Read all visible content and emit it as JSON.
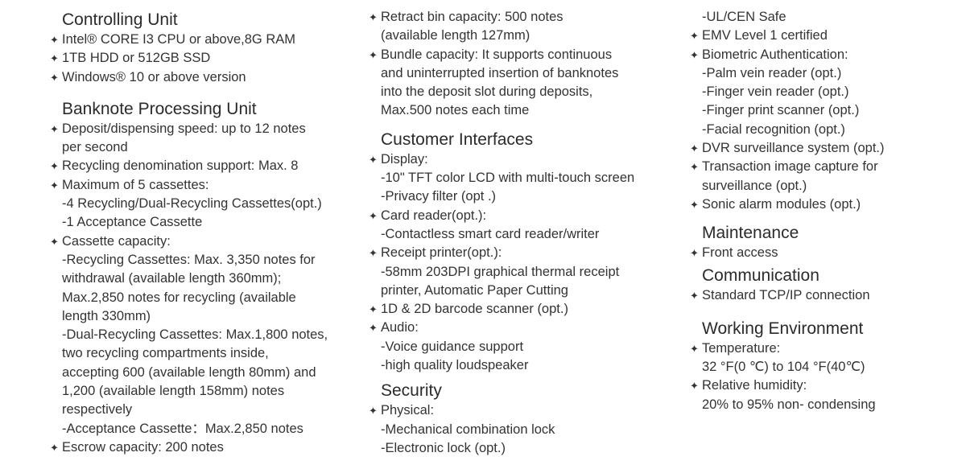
{
  "columns": [
    [
      {
        "t": "h",
        "text": "Controlling Unit"
      },
      {
        "t": "b",
        "text": "Intel® CORE  I3  CPU or above,8G RAM"
      },
      {
        "t": "b",
        "text": "1TB HDD or 512GB SSD"
      },
      {
        "t": "b",
        "text": "Windows® 10 or above version"
      },
      {
        "t": "h",
        "text": "Banknote Processing Unit"
      },
      {
        "t": "b",
        "text": "Deposit/dispensing speed: up to 12 notes"
      },
      {
        "t": "c",
        "text": "per second"
      },
      {
        "t": "b",
        "text": "Recycling denomination support: Max. 8"
      },
      {
        "t": "b",
        "text": "Maximum of 5 cassettes:"
      },
      {
        "t": "c",
        "text": "-4 Recycling/Dual-Recycling Cassettes(opt.)"
      },
      {
        "t": "c",
        "text": "-1 Acceptance Cassette"
      },
      {
        "t": "b",
        "text": "Cassette capacity:"
      },
      {
        "t": "c",
        "text": "-Recycling Cassettes: Max. 3,350 notes for"
      },
      {
        "t": "c",
        "text": "withdrawal (available length 360mm);"
      },
      {
        "t": "c",
        "text": "Max.2,850 notes for recycling (available"
      },
      {
        "t": "c",
        "text": "length 330mm)"
      },
      {
        "t": "c",
        "text": "-Dual-Recycling Cassettes: Max.1,800 notes,"
      },
      {
        "t": "c",
        "text": "two recycling compartments inside,"
      },
      {
        "t": "c",
        "text": "accepting 600 (available length 80mm) and"
      },
      {
        "t": "c",
        "text": "1,200 (available length 158mm) notes"
      },
      {
        "t": "c",
        "text": "respectively"
      },
      {
        "t": "c",
        "text": "-Acceptance Cassette：Max.2,850 notes"
      },
      {
        "t": "b",
        "text": "Escrow capacity: 200 notes"
      }
    ],
    [
      {
        "t": "b",
        "text": "Retract bin capacity: 500 notes"
      },
      {
        "t": "c",
        "text": "(available length 127mm)"
      },
      {
        "t": "b",
        "text": "Bundle capacity: It supports continuous"
      },
      {
        "t": "c",
        "text": "and uninterrupted insertion of banknotes"
      },
      {
        "t": "c",
        "text": "into the deposit slot during deposits,"
      },
      {
        "t": "c",
        "text": "Max.500 notes each time"
      },
      {
        "t": "h",
        "text": "Customer Interfaces"
      },
      {
        "t": "b",
        "text": "Display:"
      },
      {
        "t": "c",
        "text": "-10\" TFT color LCD with multi-touch screen"
      },
      {
        "t": "c",
        "text": "-Privacy filter (opt .)"
      },
      {
        "t": "b",
        "text": "Card reader(opt.):"
      },
      {
        "t": "c",
        "text": "-Contactless smart card reader/writer"
      },
      {
        "t": "b",
        "text": "Receipt printer(opt.):"
      },
      {
        "t": "c",
        "text": "-58mm 203DPI graphical thermal receipt"
      },
      {
        "t": "c",
        "text": "printer, Automatic Paper Cutting"
      },
      {
        "t": "b",
        "text": "1D & 2D barcode scanner (opt.)"
      },
      {
        "t": "b",
        "text": "Audio:"
      },
      {
        "t": "c",
        "text": "-Voice guidance support"
      },
      {
        "t": "c",
        "text": "-high quality loudspeaker"
      },
      {
        "t": "h",
        "text": "Security"
      },
      {
        "t": "b",
        "text": "Physical:"
      },
      {
        "t": "c",
        "text": "-Mechanical combination lock"
      },
      {
        "t": "c",
        "text": "-Electronic lock (opt.)"
      }
    ],
    [
      {
        "t": "c",
        "text": "-UL/CEN Safe"
      },
      {
        "t": "b",
        "text": "EMV Level 1 certified"
      },
      {
        "t": "b",
        "text": "Biometric Authentication:"
      },
      {
        "t": "c",
        "text": "-Palm vein reader (opt.)"
      },
      {
        "t": "c",
        "text": "-Finger vein reader (opt.)"
      },
      {
        "t": "c",
        "text": "-Finger print scanner (opt.)"
      },
      {
        "t": "c",
        "text": "-Facial recognition (opt.)"
      },
      {
        "t": "b",
        "text": "DVR surveillance system (opt.)"
      },
      {
        "t": "b",
        "text": "Transaction image capture for"
      },
      {
        "t": "c",
        "text": "surveillance (opt.)"
      },
      {
        "t": "b",
        "text": "Sonic alarm modules (opt.)"
      },
      {
        "t": "h",
        "text": "Maintenance"
      },
      {
        "t": "b",
        "text": "Front access"
      },
      {
        "t": "h",
        "text": "Communication"
      },
      {
        "t": "b",
        "text": "Standard TCP/IP connection"
      },
      {
        "t": "h",
        "text": "Working Environment"
      },
      {
        "t": "b",
        "text": "Temperature:"
      },
      {
        "t": "c",
        "text": "32 °F(0 ℃)  to 104 °F(40℃)"
      },
      {
        "t": "b",
        "text": "Relative humidity:"
      },
      {
        "t": "c",
        "text": "20% to 95% non- condensing"
      }
    ]
  ],
  "bullet_icon": "four-point-star-icon"
}
